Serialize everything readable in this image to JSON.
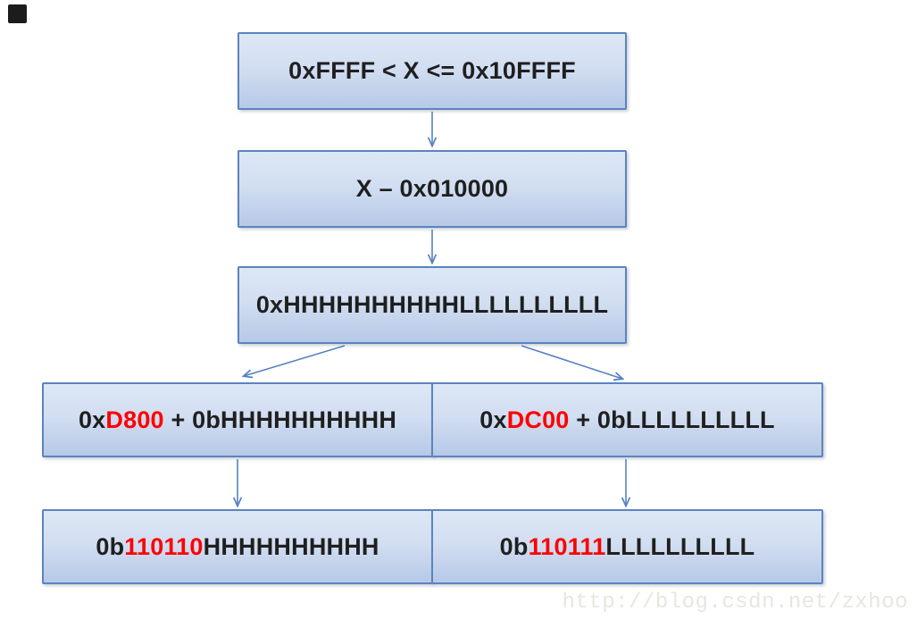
{
  "colors": {
    "box_border": "#5b84bf",
    "box_fill_top": "#dde8f6",
    "box_fill_bottom": "#b6c9e7",
    "arrow": "#5581c2",
    "text": "#1f1f1f",
    "highlight_red": "#ff0000",
    "watermark_gray": "#e7e7e1"
  },
  "flowchart": {
    "box_range": {
      "text": "0xFFFF < X <= 0x10FFFF"
    },
    "box_offset": {
      "text": "X – 0x010000"
    },
    "box_split": {
      "text": "0xHHHHHHHHHHLLLLLLLLLL"
    },
    "box_high_hex": {
      "pre": "0x",
      "red": "D800",
      "post": " + 0bHHHHHHHHHH"
    },
    "box_low_hex": {
      "pre": "0x",
      "red": "DC00",
      "post": " + 0bLLLLLLLLLL"
    },
    "box_high_bin": {
      "pre": "0b",
      "red": "110110",
      "post": "HHHHHHHHHH"
    },
    "box_low_bin": {
      "pre": "0b",
      "red": "110111",
      "post": "LLLLLLLLLL"
    }
  },
  "watermark": {
    "text": "http://blog.csdn.net/zxhoo"
  }
}
